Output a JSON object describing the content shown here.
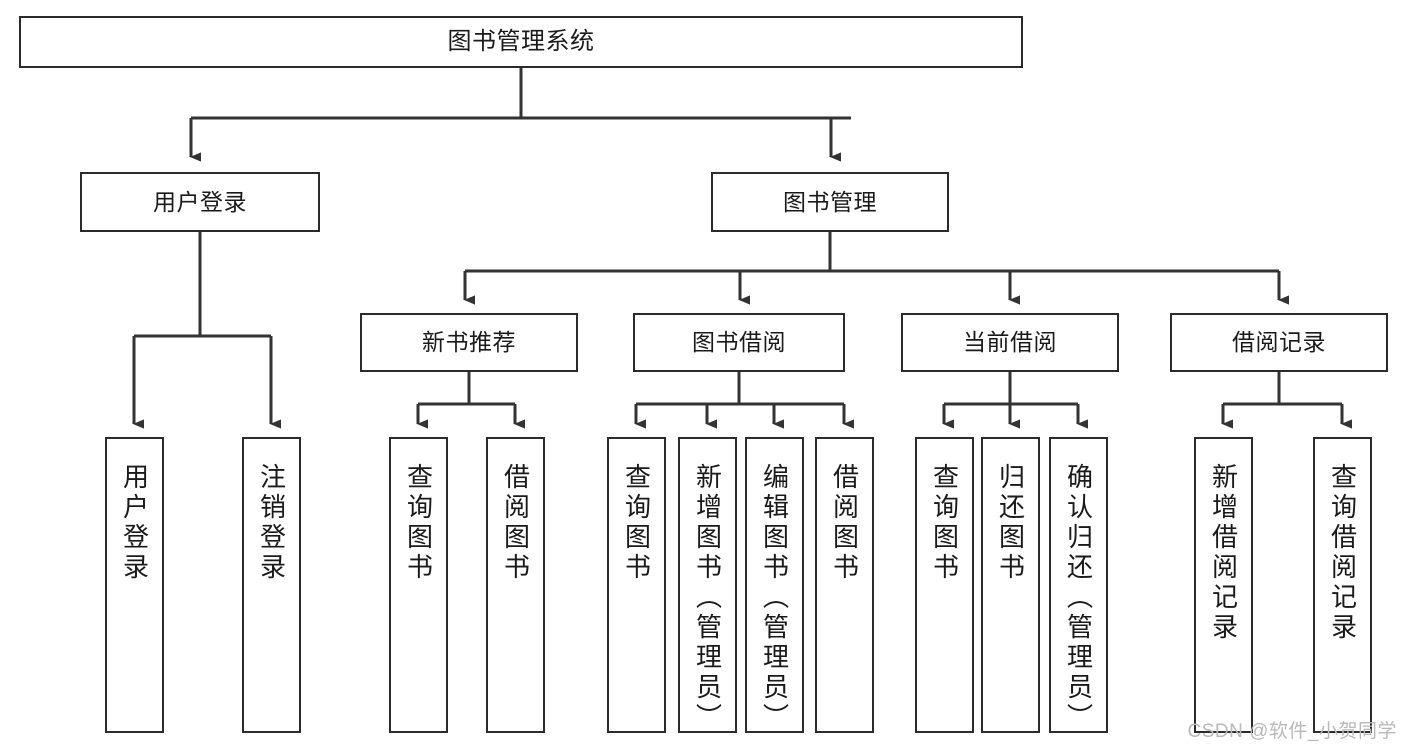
{
  "diagram": {
    "type": "tree-hierarchy",
    "title": "图书管理系统",
    "watermark": "CSDN @软件_小贺同学",
    "colors": {
      "box_border": "#2b2b2b",
      "box_fill": "#ffffff",
      "connector": "#333333",
      "text": "#1a1a1a",
      "watermark": "#b9b9b9"
    },
    "nodes": {
      "root": {
        "label": "图书管理系统"
      },
      "level2": [
        {
          "label": "用户登录"
        },
        {
          "label": "图书管理"
        }
      ],
      "level3": [
        {
          "label": "新书推荐"
        },
        {
          "label": "图书借阅"
        },
        {
          "label": "当前借阅"
        },
        {
          "label": "借阅记录"
        }
      ],
      "leaves": {
        "user_login": [
          {
            "label": "用户登录"
          },
          {
            "label": "注销登录"
          }
        ],
        "new_book_recommend": [
          {
            "label": "查询图书"
          },
          {
            "label": "借阅图书"
          }
        ],
        "book_borrow": [
          {
            "label": "查询图书"
          },
          {
            "label": "新增图书（管理员）"
          },
          {
            "label": "编辑图书（管理员）"
          },
          {
            "label": "借阅图书"
          }
        ],
        "current_borrow": [
          {
            "label": "查询图书"
          },
          {
            "label": "归还图书"
          },
          {
            "label": "确认归还（管理员）"
          }
        ],
        "borrow_record": [
          {
            "label": "新增借阅记录"
          },
          {
            "label": "查询借阅记录"
          }
        ]
      }
    }
  }
}
